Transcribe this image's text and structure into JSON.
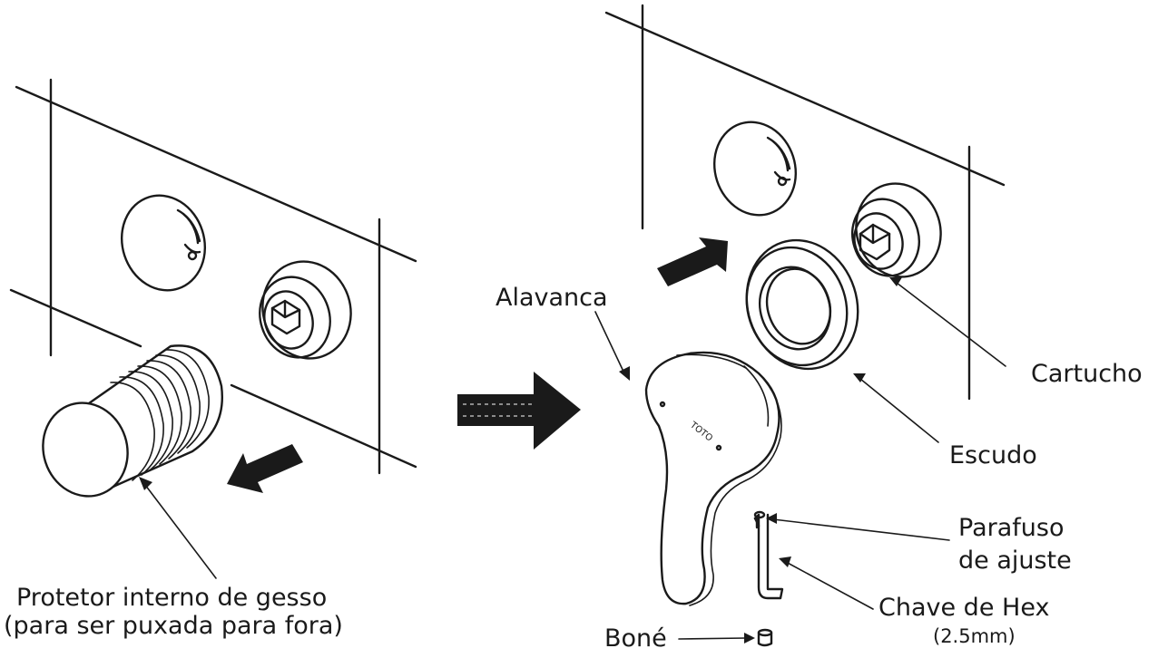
{
  "labels": {
    "alavanca": "Alavanca",
    "cartucho": "Cartucho",
    "escudo": "Escudo",
    "protetor_line1": "Protetor interno de gesso",
    "protetor_line2": "(para ser puxada para fora)",
    "parafuso_line1": "Parafuso",
    "parafuso_line2": "de ajuste",
    "chave_line1": "Chave de Hex",
    "chave_line2": "(2.5mm)",
    "bone": "Boné",
    "brand_mark": "TOTO"
  },
  "colors": {
    "ink": "#1a1a1a",
    "paper": "#ffffff"
  }
}
